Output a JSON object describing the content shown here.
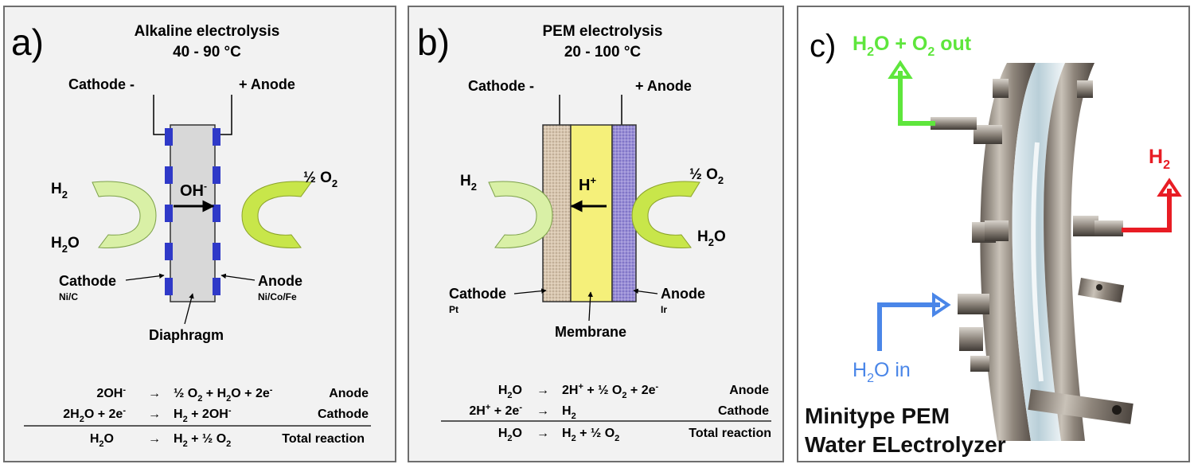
{
  "panel_a": {
    "letter": "a)",
    "title": "Alkaline electrolysis",
    "temp": "40 - 90 °C",
    "cathode_terminal": "Cathode -",
    "anode_terminal": "+ Anode",
    "h2": "H",
    "h2o": "H",
    "half_o2": "½ O",
    "ion": "OH",
    "ion_sup": "-",
    "cathode_label": "Cathode",
    "cathode_material": "Ni/C",
    "anode_label": "Anode",
    "anode_material": "Ni/Co/Fe",
    "separator": "Diaphragm",
    "reactions": [
      {
        "left": "2OH",
        "left_sup": "-",
        "arrow": "→",
        "right": "½ O",
        "right_mid": " + H",
        "right_end": "O + 2e",
        "right_sup": "-",
        "label": "Anode"
      },
      {
        "left": "2H",
        "left_sub": "2",
        "left_end": "O + 2e",
        "left_sup": "-",
        "arrow": "→",
        "right": "H",
        "right_sub": "2",
        "right_end": " + 2OH",
        "right_sup": "-",
        "label": "Cathode"
      },
      {
        "left": "H",
        "left_sub": "2",
        "left_end": "O",
        "arrow": "→",
        "right": "H",
        "right_sub": "2",
        "right_end": " + ½ O",
        "right_sub2": "2",
        "label": "Total reaction"
      }
    ]
  },
  "panel_b": {
    "letter": "b)",
    "title": "PEM electrolysis",
    "temp": "20 - 100 °C",
    "cathode_terminal": "Cathode -",
    "anode_terminal": "+ Anode",
    "h2": "H",
    "half_o2": "½ O",
    "h2o": "H",
    "ion": "H",
    "ion_sup": "+",
    "cathode_label": "Cathode",
    "cathode_material": "Pt",
    "anode_label": "Anode",
    "anode_material": "Ir",
    "separator": "Membrane",
    "reactions": [
      {
        "left": "H",
        "left_sub": "2",
        "left_end": "O",
        "arrow": "→",
        "right": "2H",
        "right_sup": "+",
        "right_end": " + ½ O",
        "right_sub": "2",
        "right_end2": " + 2e",
        "right_sup2": "-",
        "label": "Anode"
      },
      {
        "left": "2H",
        "left_sup": "+",
        "left_end": " + 2e",
        "left_sup2": "-",
        "arrow": "→",
        "right": "H",
        "right_sub": "2",
        "label": "Cathode"
      },
      {
        "left": "H",
        "left_sub": "2",
        "left_end": "O",
        "arrow": "→",
        "right": "H",
        "right_sub": "2",
        "right_end": " + ½ O",
        "right_sub2": "2",
        "label": "Total reaction"
      }
    ]
  },
  "panel_c": {
    "letter": "c)",
    "outlet": "H",
    "outlet_mid": "O + O",
    "outlet_end": " out",
    "h2_out": "H",
    "h2o_in": "H",
    "h2o_in_end": "O in",
    "caption_line1": "Minitype PEM",
    "caption_line2": "Water ELectrolyzer",
    "colors": {
      "green": "#5ee63c",
      "red": "#e81c24",
      "blue": "#4a86e8"
    }
  },
  "sub2": "2"
}
